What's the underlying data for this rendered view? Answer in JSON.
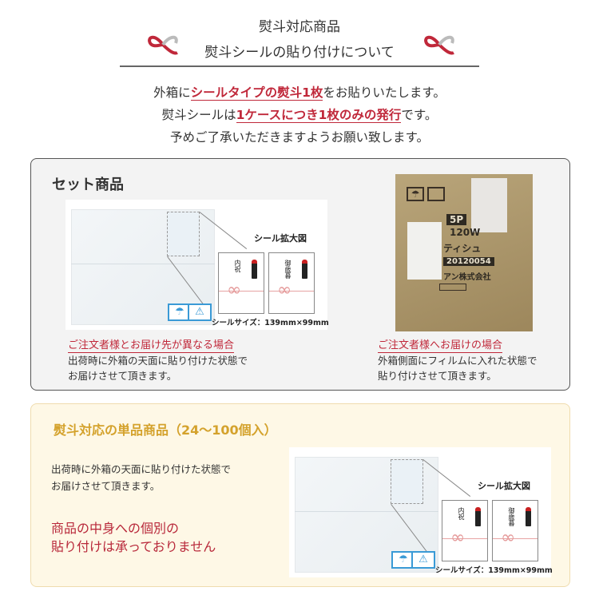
{
  "header": {
    "title_line1": "熨斗対応商品",
    "title_line2": "熨斗シールの貼り付けについて",
    "ribbon_icon": "mizuhiki-ribbon-icon"
  },
  "intro": {
    "line1": {
      "pre": "外箱に",
      "highlight": "シールタイプの熨斗1枚",
      "post": "をお貼りいたします。"
    },
    "line2": {
      "pre": "熨斗シールは",
      "highlight": "1ケースにつき1枚のみの発行",
      "post": "です。"
    },
    "line3": "予めご了承いただきますようお願い致します。"
  },
  "colors": {
    "accent_red": "#c0283a",
    "gold": "#d4a22c",
    "gray_panel": "#f3f3f3",
    "yellow_panel": "#fef8e6"
  },
  "sticker": {
    "zoom_label": "シール拡大図",
    "size_label": "シールサイズ：139mm×99mm",
    "card1": "内祝",
    "card2": "御歳暮",
    "umbrella_icon": "☂",
    "fragile_icon": "⚠"
  },
  "set_products": {
    "heading": "セット商品",
    "case1": {
      "caption": "ご注文者様とお届け先が異なる場合",
      "text1": "出荷時に外箱の天面に貼り付けた状態で",
      "text2": "お届けさせて頂きます。"
    },
    "case2": {
      "caption": "ご注文者様へお届けの場合",
      "text1": "外箱側面にフィルムに入れた状態で",
      "text2": "貼り付けさせて頂きます。"
    },
    "box_photo": {
      "l1": "5P",
      "l2": "120W",
      "l3": "ティシュ",
      "l4": "20120054",
      "l5": "アン株式会社"
    }
  },
  "single_products": {
    "heading": "熨斗対応の単品商品（24〜100個入）",
    "text1": "出荷時に外箱の天面に貼り付けた状態で",
    "text2": "お届けさせて頂きます。",
    "notice1": "商品の中身への個別の",
    "notice2": "貼り付けは承っておりません"
  }
}
